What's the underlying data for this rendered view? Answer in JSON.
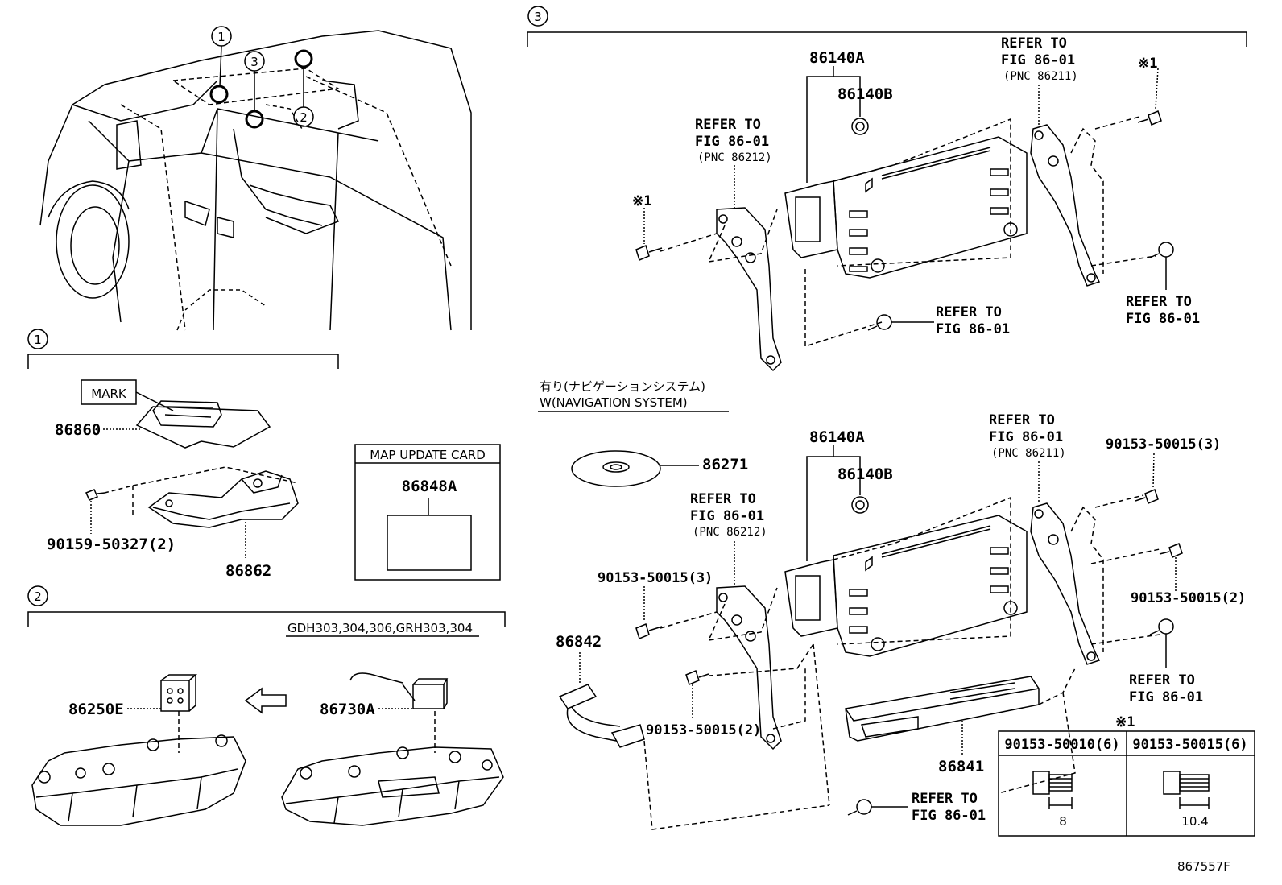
{
  "sections": {
    "s1": "1",
    "s2": "2",
    "s3": "3"
  },
  "vehicle_callouts": [
    "1",
    "3",
    "2"
  ],
  "section1": {
    "mark_label": "MARK",
    "part_86860": "86860",
    "part_90159": "90159-50327(2)",
    "part_86862": "86862"
  },
  "map_card": {
    "title": "MAP UPDATE CARD",
    "part": "86848A"
  },
  "section2": {
    "models": "GDH303,304,306,GRH303,304",
    "part_86250E": "86250E",
    "part_86730A": "86730A"
  },
  "section3_top": {
    "part_86140A": "86140A",
    "part_86140B": "86140B",
    "refer_left_1": "REFER TO",
    "refer_left_2": "FIG 86-01",
    "refer_left_3": "(PNC 86212)",
    "refer_right_1": "REFER TO",
    "refer_right_2": "FIG 86-01",
    "refer_right_3": "(PNC 86211)",
    "mark1_right": "※1",
    "mark1_left": "※1",
    "refer_bottom_1": "REFER TO",
    "refer_bottom_2": "FIG 86-01",
    "refer_br_1": "REFER TO",
    "refer_br_2": "FIG 86-01"
  },
  "nav_header": {
    "jp": "有り(ナビゲーションシステム)",
    "en": "W(NAVIGATION SYSTEM)"
  },
  "section3_bottom": {
    "part_86271": "86271",
    "part_86140A": "86140A",
    "part_86140B": "86140B",
    "refer_left_1": "REFER TO",
    "refer_left_2": "FIG 86-01",
    "refer_left_3": "(PNC 86212)",
    "refer_right_1": "REFER TO",
    "refer_right_2": "FIG 86-01",
    "refer_right_3": "(PNC 86211)",
    "bolt_tr": "90153-50015(3)",
    "bolt_left": "90153-50015(3)",
    "bolt_right": "90153-50015(2)",
    "bolt_center": "90153-50015(2)",
    "part_86842": "86842",
    "part_86841": "86841",
    "refer_r_1": "REFER TO",
    "refer_r_2": "FIG 86-01",
    "refer_b_1": "REFER TO",
    "refer_b_2": "FIG 86-01"
  },
  "bolt_table": {
    "mark": "※1",
    "col1": "90153-50010(6)",
    "col2": "90153-50015(6)",
    "dim1": "8",
    "dim2": "10.4"
  },
  "figure_id": "867557F"
}
